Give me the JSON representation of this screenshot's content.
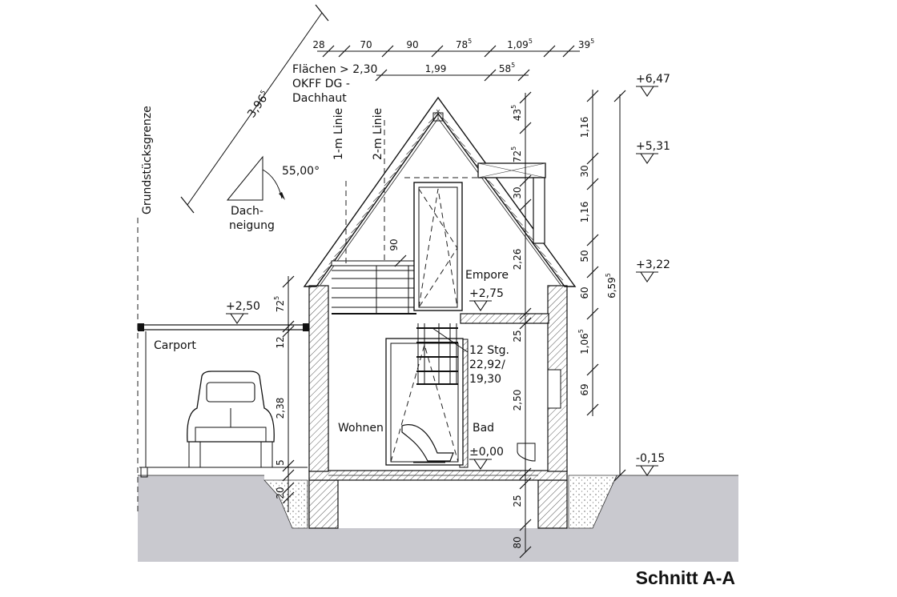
{
  "title": "Schnitt A-A",
  "property_line_label": "Grundstücksgrenze",
  "roof_slope": {
    "angle": "55,00°",
    "label_line1": "Dach-",
    "label_line2": "neigung"
  },
  "diagonal_dimension": "3,96",
  "diagonal_dimension_sup": "5",
  "note": {
    "line1": "Flächen > 2,30",
    "line2": "OKFF DG -",
    "line3": "Dachhaut"
  },
  "guide_lines": {
    "one_m": "1-m Linie",
    "two_m": "2-m Linie"
  },
  "top_dims": [
    {
      "v": "28",
      "s": ""
    },
    {
      "v": "70",
      "s": ""
    },
    {
      "v": "90",
      "s": ""
    },
    {
      "v": "78",
      "s": "5"
    },
    {
      "v": "1,09",
      "s": "5"
    },
    {
      "v": "39",
      "s": "5"
    }
  ],
  "second_dims": [
    {
      "v": "1,99",
      "s": ""
    },
    {
      "v": "58",
      "s": "5"
    }
  ],
  "right_dims": [
    {
      "v": "1,16",
      "s": ""
    },
    {
      "v": "30",
      "s": ""
    },
    {
      "v": "1,16",
      "s": ""
    },
    {
      "v": "50",
      "s": ""
    },
    {
      "v": "60",
      "s": ""
    },
    {
      "v": "1,06",
      "s": "5"
    },
    {
      "v": "69",
      "s": ""
    }
  ],
  "total_height": {
    "v": "6,59",
    "s": "5"
  },
  "inner_dims": [
    {
      "v": "43",
      "s": "5"
    },
    {
      "v": "72",
      "s": "5"
    },
    {
      "v": "30",
      "s": ""
    },
    {
      "v": "2,26",
      "s": ""
    },
    {
      "v": "25",
      "s": ""
    },
    {
      "v": "2,50",
      "s": ""
    },
    {
      "v": "25",
      "s": ""
    },
    {
      "v": "80",
      "s": ""
    },
    {
      "v": "90",
      "s": ""
    }
  ],
  "carport_dims": [
    {
      "v": "72",
      "s": "5"
    },
    {
      "v": "12",
      "s": ""
    },
    {
      "v": "2,38",
      "s": ""
    },
    {
      "v": "5",
      "s": ""
    },
    {
      "v": "20",
      "s": ""
    }
  ],
  "levels": [
    {
      "key": "ridge",
      "value": "+6,47"
    },
    {
      "key": "eaves",
      "value": "+5,31"
    },
    {
      "key": "wall",
      "value": "+3,22"
    },
    {
      "key": "empore",
      "value": "+2,75"
    },
    {
      "key": "carport",
      "value": "+2,50"
    },
    {
      "key": "floor",
      "value": "±0,00"
    },
    {
      "key": "ground",
      "value": "-0,15"
    }
  ],
  "rooms": {
    "carport": "Carport",
    "wohnen": "Wohnen",
    "bad": "Bad",
    "empore": "Empore"
  },
  "stair": {
    "line1": "12 Stg.",
    "line2": "22,92/",
    "line3": "19,30"
  }
}
